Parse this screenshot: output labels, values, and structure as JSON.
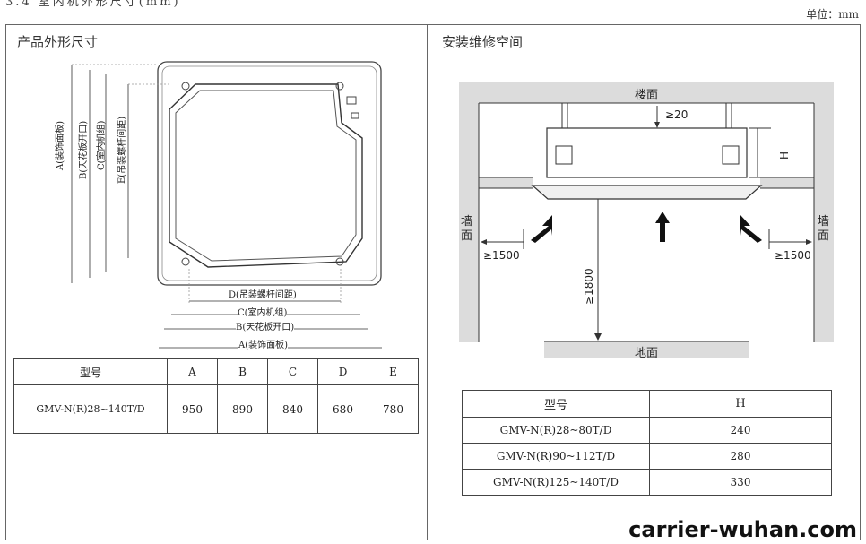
{
  "header": {
    "cropped_title": "3.4 室内机外形尺寸(mm)",
    "unit": "单位：mm"
  },
  "left": {
    "title": "产品外形尺寸",
    "dims": {
      "a": "A(装饰面板)",
      "b": "B(天花板开口)",
      "c": "C(室内机组)",
      "e": "E(吊装螺杆间距)",
      "d_h": "D(吊装螺杆间距)",
      "c_h": "C(室内机组)",
      "b_h": "B(天花板开口)",
      "a_h": "A(装饰面板)"
    },
    "table": {
      "headers": [
        "型号",
        "A",
        "B",
        "C",
        "D",
        "E"
      ],
      "rows": [
        [
          "GMV-N(R)28~140T/D",
          "950",
          "890",
          "840",
          "680",
          "780"
        ]
      ]
    }
  },
  "right": {
    "title": "安装维修空间",
    "labels": {
      "floor_top": "楼面",
      "gap": "≥20",
      "h": "H",
      "wall_left": "墙面",
      "wall_right": "墙面",
      "side_left": "≥1500",
      "side_right": "≥1500",
      "height": "≥1800",
      "ground": "地面"
    },
    "table": {
      "headers": [
        "型号",
        "H"
      ],
      "rows": [
        [
          "GMV-N(R)28~80T/D",
          "240"
        ],
        [
          "GMV-N(R)90~112T/D",
          "280"
        ],
        [
          "GMV-N(R)125~140T/D",
          "330"
        ]
      ]
    }
  },
  "watermark": "carrier-wuhan.com"
}
